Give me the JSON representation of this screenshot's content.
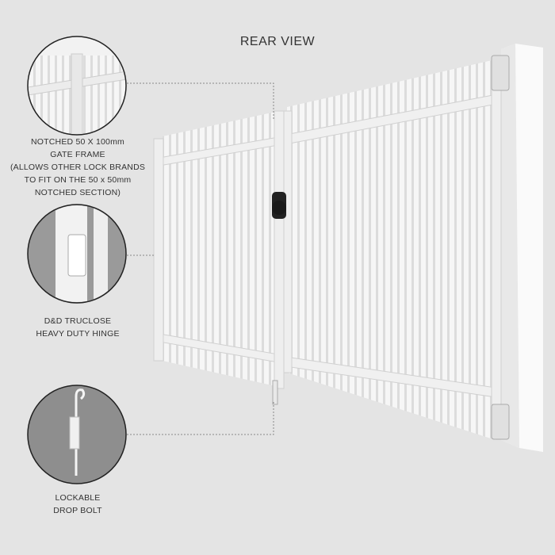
{
  "title": "REAR VIEW",
  "callouts": [
    {
      "lines": [
        "NOTCHED 50 X 100mm",
        "GATE FRAME",
        "(ALLOWS OTHER LOCK BRANDS",
        "TO FIT ON THE 50 x 50mm",
        "NOTCHED SECTION)"
      ]
    },
    {
      "lines": [
        "D&D TRUCLOSE",
        "HEAVY DUTY HINGE"
      ]
    },
    {
      "lines": [
        "LOCKABLE",
        "DROP BOLT"
      ]
    }
  ],
  "colors": {
    "background": "#e4e4e4",
    "gate": "#f7f7f7",
    "circle_dark": "#8e8e8e",
    "text": "#333333"
  }
}
